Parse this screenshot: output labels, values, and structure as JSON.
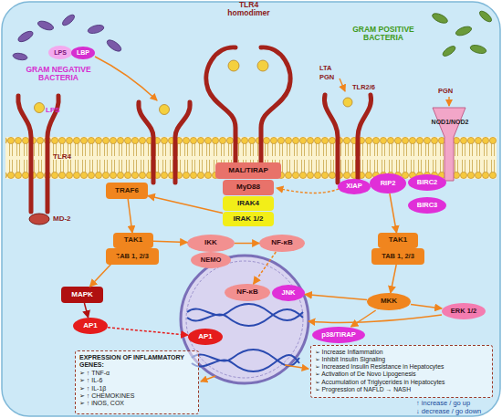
{
  "diagram": {
    "nodes": [
      {
        "text": [
          "LPS"
        ]
      },
      {
        "text": [
          "LBP"
        ]
      },
      {
        "text": [
          "MAL/TIRAP"
        ]
      },
      {
        "text": [
          "MyD88"
        ]
      },
      {
        "text": [
          "IRAK4"
        ]
      },
      {
        "text": [
          "IRAK 1/2"
        ]
      },
      {
        "text": [
          "XIAP"
        ]
      },
      {
        "text": [
          "RIP2"
        ]
      },
      {
        "text": [
          "BIRC2"
        ]
      },
      {
        "text": [
          "BIRC3"
        ]
      },
      {
        "text": [
          "TRAF6"
        ]
      },
      {
        "text": [
          "TAK1"
        ]
      },
      {
        "text": [
          "TAB 1, 2/3"
        ]
      },
      {
        "text": [
          "IKK"
        ]
      },
      {
        "text": [
          "NEMO"
        ]
      },
      {
        "text": [
          "NF-κB"
        ]
      },
      {
        "text": [
          "MAPK"
        ]
      },
      {
        "text": [
          "AP1"
        ]
      },
      {
        "text": [
          "TAK1"
        ]
      },
      {
        "text": [
          "TAB 1, 2/3"
        ]
      },
      {
        "text": [
          "MKK"
        ]
      },
      {
        "text": [
          "JNK"
        ]
      },
      {
        "text": [
          "ERK 1/2"
        ]
      },
      {
        "text": [
          "p38/TIRAP"
        ]
      },
      {
        "text": [
          "NF-κB"
        ]
      },
      {
        "text": [
          "AP1"
        ]
      },
      {
        "text": [
          "EXPRESSION OF INFLAMMATORY GENES:",
          "➢ ↑ TNF-α",
          "➢ ↑ IL-6",
          "➢ ↑ IL-1β",
          "➢ ↑ CHEMOKINES",
          "➢ ↑ iNOS, COX"
        ]
      },
      {
        "text": [
          "➢ Increase Inflammation",
          "➢ Inhibit Insulin Signaling",
          "➢ Increased Insulin Resistance in Hepatocytes",
          "➢ Activation of De Novo Lipogenesis",
          "➢ Accumulation of Triglycerides in Hepatocytes",
          "➢ Progression of NAFLD → NASH"
        ]
      }
    ],
    "edges": [
      {
        "from": 5,
        "to": 10,
        "arrow": "to"
      },
      {
        "from": 10,
        "to": 11,
        "arrow": "to"
      },
      {
        "from": 11,
        "to": 13,
        "arrow": "to"
      },
      {
        "from": 13,
        "to": 15,
        "arrow": "to"
      },
      {
        "from": 15,
        "to": 24,
        "arrow": "to"
      },
      {
        "from": 11,
        "to": 16,
        "arrow": "to"
      },
      {
        "from": 16,
        "to": 17,
        "arrow": "to"
      },
      {
        "from": 17,
        "to": 25,
        "arrow": "to"
      },
      {
        "from": 7,
        "to": 18,
        "arrow": "to"
      },
      {
        "from": 19,
        "to": 20,
        "arrow": "to"
      },
      {
        "from": 20,
        "to": 21,
        "arrow": "to"
      },
      {
        "from": 20,
        "to": 22,
        "arrow": "to"
      },
      {
        "from": 20,
        "to": 23,
        "arrow": "to"
      }
    ],
    "labels": [
      "GRAM NEGATIVE BACTERIA",
      "LPS",
      "TLR4 homodimer",
      "GRAM POSITIVE BACTERIA",
      "LTA",
      "PGN",
      "TLR2/6",
      "PGN",
      "NOD1/NOD2",
      "TLR4",
      "MD-2",
      "↑ increase / go up",
      "↓ decrease / go down"
    ]
  }
}
